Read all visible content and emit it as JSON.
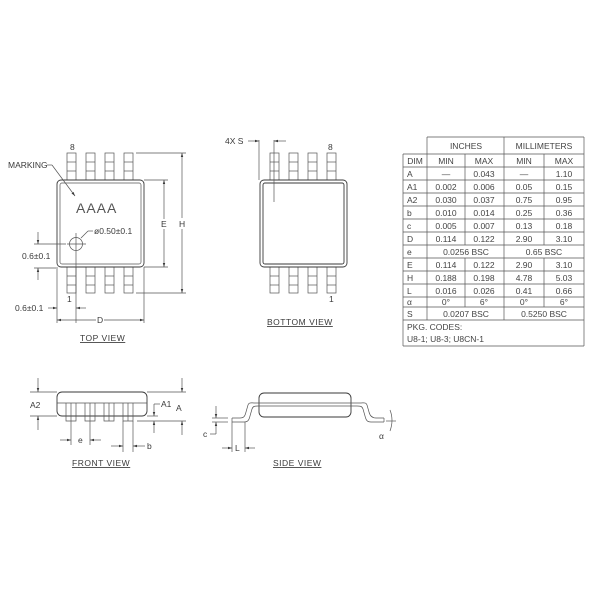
{
  "top_view": {
    "title": "TOP VIEW",
    "marking_label": "MARKING",
    "marking_text": "AAAA",
    "pin_top": "8",
    "pin_bottom": "1",
    "hole_dim": "ø0.50±0.1",
    "hole_y_dim": "0.6±0.1",
    "hole_x_dim": "0.6±0.1",
    "dim_E": "E",
    "dim_H": "H",
    "dim_D": "D"
  },
  "bottom_view": {
    "title": "BOTTOM VIEW",
    "spacing_label": "4X S",
    "pin_top": "8",
    "pin_bottom": "1"
  },
  "front_view": {
    "title": "FRONT VIEW",
    "dim_A2": "A2",
    "dim_A1": "A1",
    "dim_A": "A",
    "dim_e": "e",
    "dim_b": "b"
  },
  "side_view": {
    "title": "SIDE VIEW",
    "dim_c": "c",
    "dim_L": "L",
    "dim_alpha": "α"
  },
  "table": {
    "group_headers": [
      "INCHES",
      "MILLIMETERS"
    ],
    "col_headers": [
      "DIM",
      "MIN",
      "MAX",
      "MIN",
      "MAX"
    ],
    "rows": [
      {
        "dim": "A",
        "in_min": "—",
        "in_max": "0.043",
        "mm_min": "—",
        "mm_max": "1.10"
      },
      {
        "dim": "A1",
        "in_min": "0.002",
        "in_max": "0.006",
        "mm_min": "0.05",
        "mm_max": "0.15"
      },
      {
        "dim": "A2",
        "in_min": "0.030",
        "in_max": "0.037",
        "mm_min": "0.75",
        "mm_max": "0.95"
      },
      {
        "dim": "b",
        "in_min": "0.010",
        "in_max": "0.014",
        "mm_min": "0.25",
        "mm_max": "0.36"
      },
      {
        "dim": "c",
        "in_min": "0.005",
        "in_max": "0.007",
        "mm_min": "0.13",
        "mm_max": "0.18"
      },
      {
        "dim": "D",
        "in_min": "0.114",
        "in_max": "0.122",
        "mm_min": "2.90",
        "mm_max": "3.10"
      },
      {
        "dim": "e",
        "in_span": "0.0256 BSC",
        "mm_span": "0.65 BSC"
      },
      {
        "dim": "E",
        "in_min": "0.114",
        "in_max": "0.122",
        "mm_min": "2.90",
        "mm_max": "3.10"
      },
      {
        "dim": "H",
        "in_min": "0.188",
        "in_max": "0.198",
        "mm_min": "4.78",
        "mm_max": "5.03"
      },
      {
        "dim": "L",
        "in_min": "0.016",
        "in_max": "0.026",
        "mm_min": "0.41",
        "mm_max": "0.66"
      },
      {
        "dim": "α",
        "in_min": "0°",
        "in_max": "6°",
        "mm_min": "0°",
        "mm_max": "6°"
      },
      {
        "dim": "S",
        "in_span": "0.0207 BSC",
        "mm_span": "0.5250 BSC"
      }
    ],
    "pkg_codes_label": "PKG. CODES:",
    "pkg_codes": "U8-1;  U8-3;  U8CN-1"
  }
}
